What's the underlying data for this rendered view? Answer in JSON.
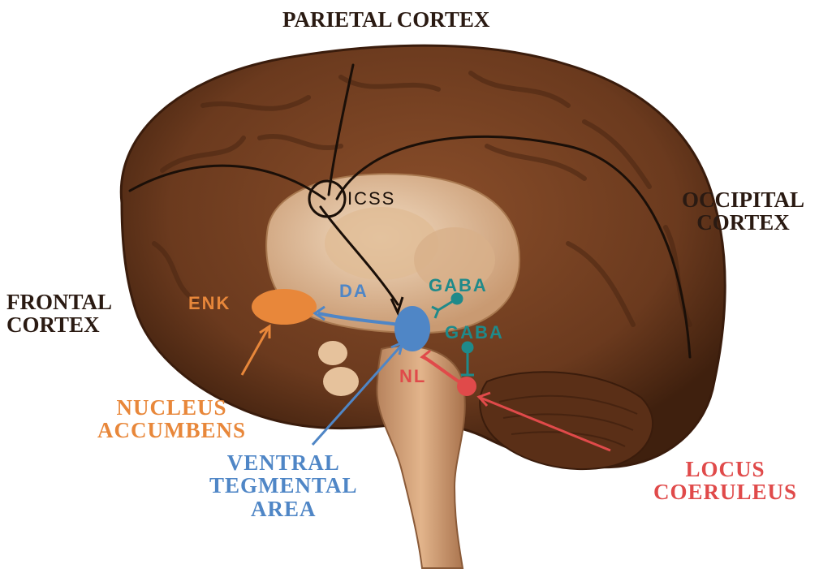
{
  "regions": {
    "parietal": "PARIETAL CORTEX",
    "occipital": [
      "OCCIPITAL",
      "CORTEX"
    ],
    "frontal": [
      "FRONTAL",
      "CORTEX"
    ]
  },
  "structures": {
    "nucleus_accumbens": [
      "NUCLEUS",
      "ACCUMBENS"
    ],
    "ventral_tegmental_area": [
      "VENTRAL",
      "TEGMENTAL",
      "AREA"
    ],
    "locus_coeruleus": [
      "LOCUS",
      "COERULEUS"
    ]
  },
  "transmitters": {
    "icss": "ICSS",
    "enk": "ENK",
    "da": "DA",
    "gaba_upper": "GABA",
    "gaba_lower": "GABA",
    "nl": "NL"
  },
  "colors": {
    "cortex": "#6b3a1e",
    "cortex_dark": "#4a2612",
    "inner": "#e8c9a6",
    "brainstem": "#d9a77d",
    "orange": "#e8873a",
    "blue": "#4f86c6",
    "teal": "#1f8a8a",
    "red": "#e04a4a",
    "ink": "#1a0f08"
  }
}
